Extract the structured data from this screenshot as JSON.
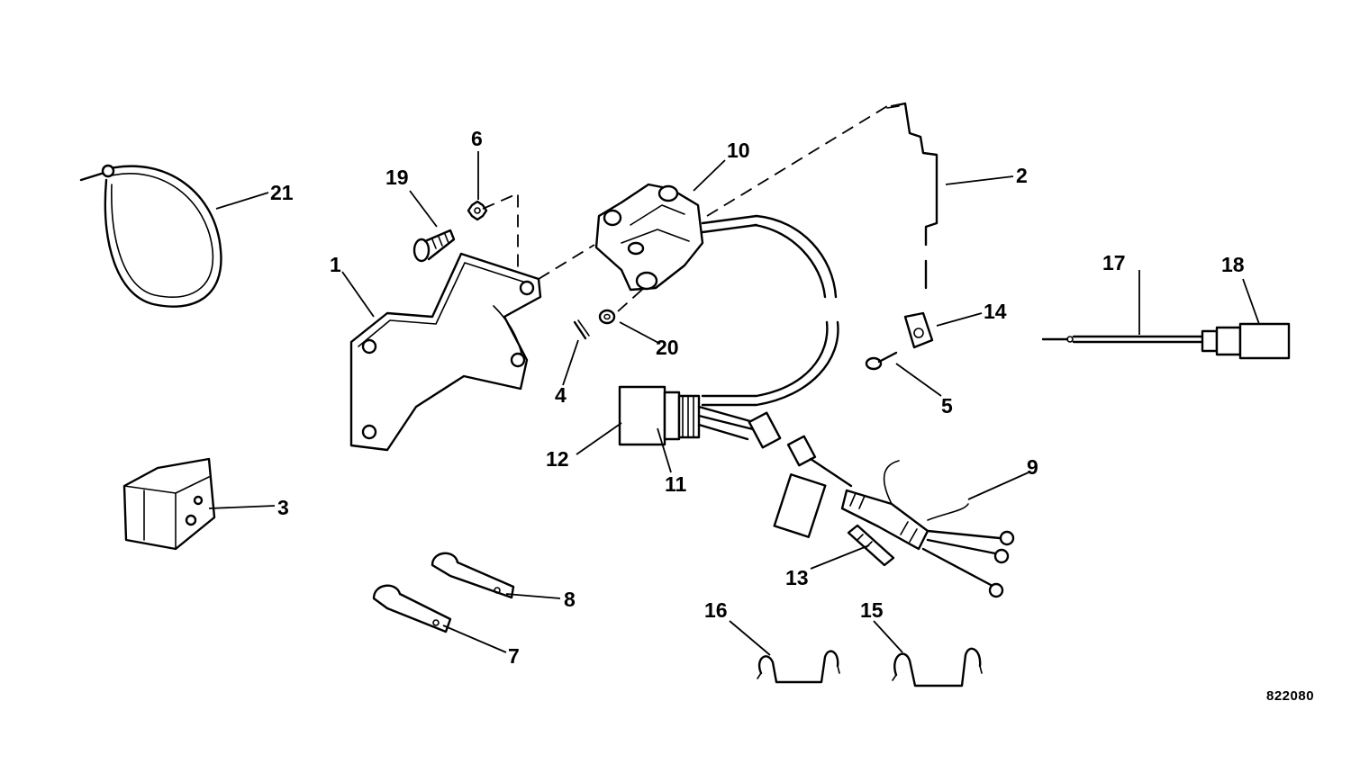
{
  "diagram": {
    "drawing_number": "822080",
    "callouts": [
      {
        "id": "1",
        "part": "mounting-bracket"
      },
      {
        "id": "2",
        "part": "link-rod"
      },
      {
        "id": "3",
        "part": "module-block"
      },
      {
        "id": "4",
        "part": "cotter-pin"
      },
      {
        "id": "5",
        "part": "screw"
      },
      {
        "id": "6",
        "part": "lock-washer"
      },
      {
        "id": "7",
        "part": "clamp-lower"
      },
      {
        "id": "8",
        "part": "clamp-upper"
      },
      {
        "id": "9",
        "part": "wire-harness"
      },
      {
        "id": "10",
        "part": "sensor-assembly"
      },
      {
        "id": "11",
        "part": "connector-sleeve"
      },
      {
        "id": "12",
        "part": "connector-plug"
      },
      {
        "id": "13",
        "part": "terminal-sleeve"
      },
      {
        "id": "14",
        "part": "retainer-clip"
      },
      {
        "id": "15",
        "part": "spring-clip-large"
      },
      {
        "id": "16",
        "part": "spring-clip-small"
      },
      {
        "id": "17",
        "part": "probe-lead"
      },
      {
        "id": "18",
        "part": "probe-connector"
      },
      {
        "id": "19",
        "part": "bolt"
      },
      {
        "id": "20",
        "part": "washer"
      },
      {
        "id": "21",
        "part": "cable-tie"
      }
    ]
  }
}
